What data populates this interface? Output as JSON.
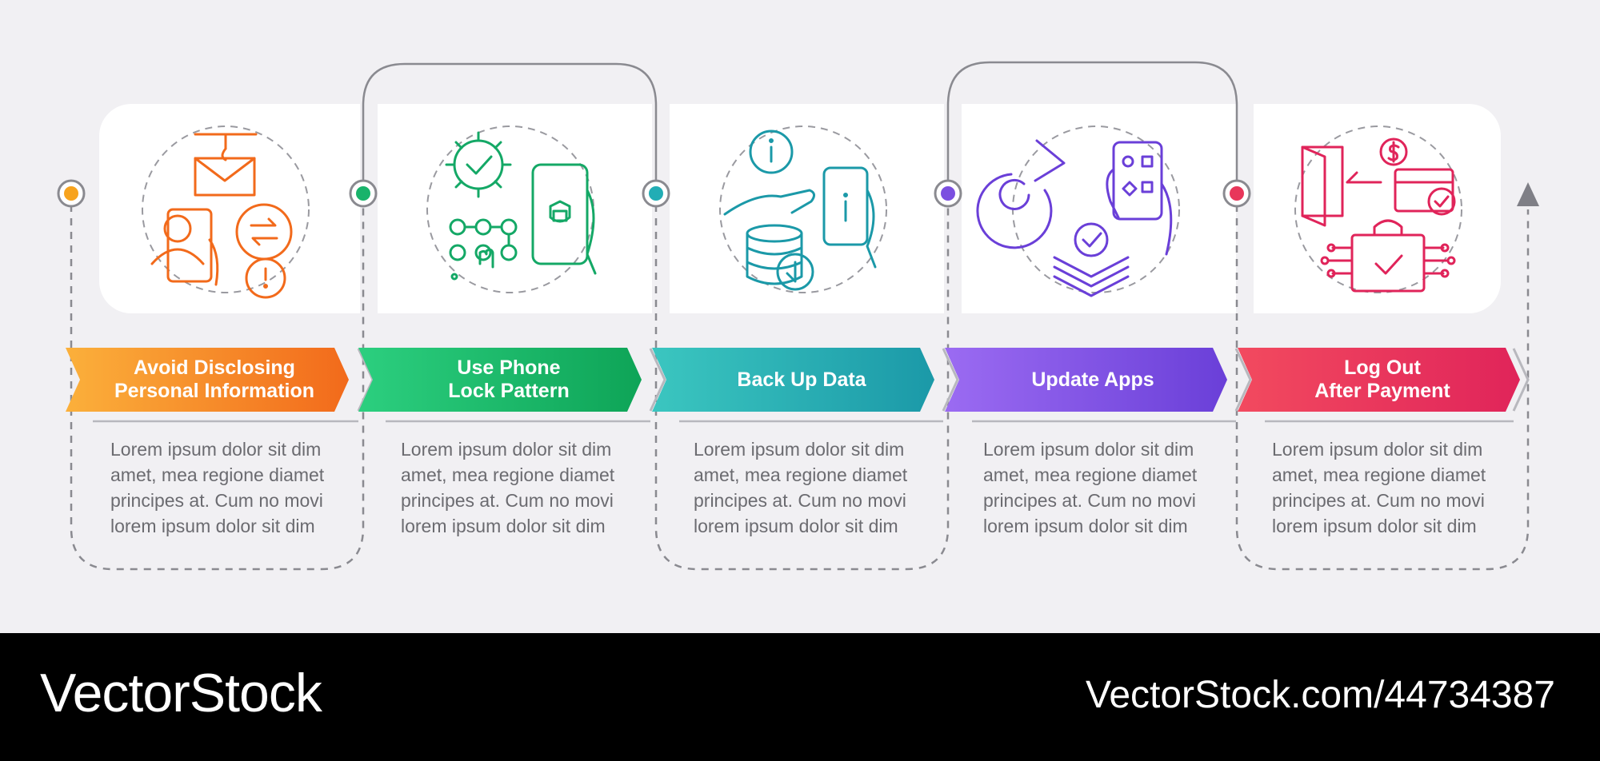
{
  "colors": {
    "background": "#f1f0f3",
    "card": "#ffffff",
    "connector": "#8a8a90",
    "footer": "#000000"
  },
  "steps": [
    {
      "title_line1": "Avoid Disclosing",
      "title_line2": "Personal Information",
      "color": "#f7931e",
      "icon": "phishing-warning-icon",
      "description": "Lorem ipsum dolor sit dim amet, mea regione diamet principes at. Cum no movi lorem ipsum dolor sit dim"
    },
    {
      "title_line1": "Use Phone",
      "title_line2": "Lock Pattern",
      "color": "#19b36b",
      "icon": "phone-lock-pattern-icon",
      "description": "Lorem ipsum dolor sit dim amet, mea regione diamet principes at. Cum no movi lorem ipsum dolor sit dim"
    },
    {
      "title_line1": "Back Up Data",
      "title_line2": "",
      "color": "#22adb5",
      "icon": "data-backup-icon",
      "description": "Lorem ipsum dolor sit dim amet, mea regione diamet principes at. Cum no movi lorem ipsum dolor sit dim"
    },
    {
      "title_line1": "Update Apps",
      "title_line2": "",
      "color": "#7b4fe0",
      "icon": "app-update-icon",
      "description": "Lorem ipsum dolor sit dim amet, mea regione diamet principes at. Cum no movi lorem ipsum dolor sit dim"
    },
    {
      "title_line1": "Log Out",
      "title_line2": "After Payment",
      "color": "#e8365a",
      "icon": "logout-payment-icon",
      "description": "Lorem ipsum dolor sit dim amet, mea regione diamet principes at. Cum no movi lorem ipsum dolor sit dim"
    }
  ],
  "footer": {
    "brand": "VectorStock",
    "url": "VectorStock.com/44734387"
  }
}
